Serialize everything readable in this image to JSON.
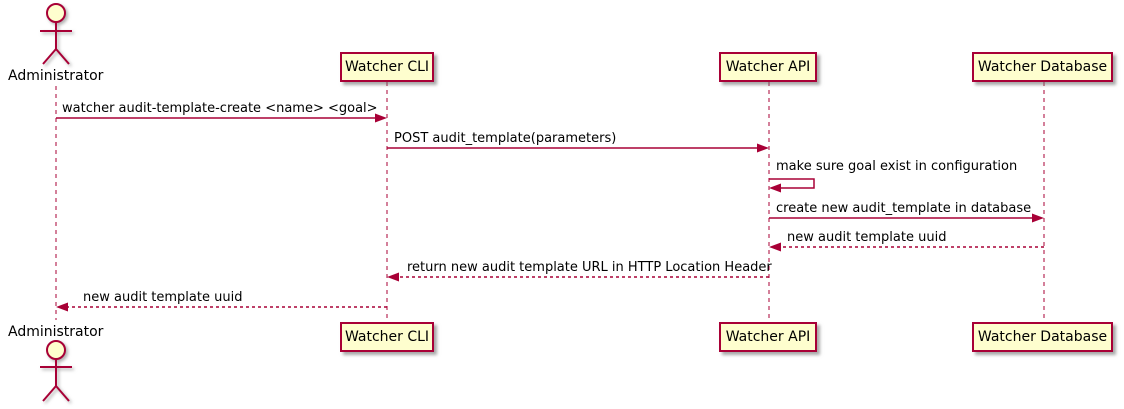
{
  "diagram": {
    "type": "uml-sequence-diagram",
    "colors": {
      "accent": "#A80036",
      "fill": "#FEFECE",
      "text": "#000000"
    },
    "actor": {
      "name": "Administrator"
    },
    "participants": [
      {
        "name": "Watcher CLI"
      },
      {
        "name": "Watcher API"
      },
      {
        "name": "Watcher Database"
      }
    ],
    "messages": [
      {
        "from": "Administrator",
        "to": "Watcher CLI",
        "style": "solid",
        "text": "watcher audit-template-create <name> <goal>"
      },
      {
        "from": "Watcher CLI",
        "to": "Watcher API",
        "style": "solid",
        "text": "POST audit_template(parameters)"
      },
      {
        "from": "Watcher API",
        "to": "Watcher API",
        "style": "self",
        "text": "make sure goal exist in configuration"
      },
      {
        "from": "Watcher API",
        "to": "Watcher Database",
        "style": "solid",
        "text": "create new audit_template in database"
      },
      {
        "from": "Watcher Database",
        "to": "Watcher API",
        "style": "dashed",
        "text": "new audit template uuid"
      },
      {
        "from": "Watcher API",
        "to": "Watcher CLI",
        "style": "dashed",
        "text": "return new audit template URL in HTTP Location Header"
      },
      {
        "from": "Watcher CLI",
        "to": "Administrator",
        "style": "dashed",
        "text": "new audit template uuid"
      }
    ]
  }
}
